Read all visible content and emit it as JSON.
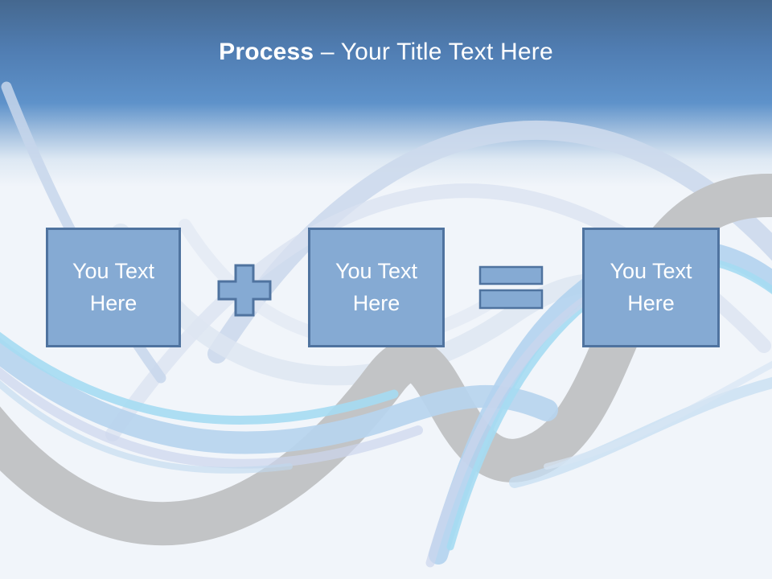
{
  "slide": {
    "title": {
      "bold": "Process",
      "rest": "– Your Title Text Here"
    },
    "boxes": [
      {
        "label": "You Text Here"
      },
      {
        "label": "You Text Here"
      },
      {
        "label": "You Text Here"
      }
    ],
    "operators": {
      "first": "plus",
      "second": "equals"
    },
    "colors": {
      "header_top": "#45688f",
      "header_bottom": "#5e92ca",
      "canvas": "#f1f5fa",
      "shape_fill": "#85aad3",
      "shape_border": "#4f739f",
      "ribbon_gray": "#c2c4c6",
      "wave_blue": "#b7d4ee",
      "wave_aqua": "#a5dbf2",
      "title_text": "#ffffff",
      "box_text": "#ffffff"
    }
  }
}
